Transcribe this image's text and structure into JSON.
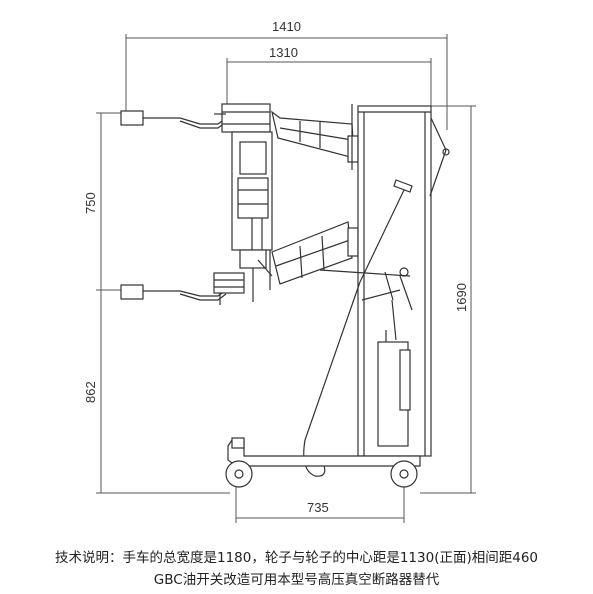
{
  "dimensions": {
    "total_width": "1410",
    "frame_width": "1310",
    "upper_height": "750",
    "lower_height": "862",
    "total_height": "1690",
    "wheel_base": "735"
  },
  "notes": {
    "line1": "技术说明：手车的总宽度是1180，轮子与轮子的中心距是1130(正面)相间距460",
    "line2": "GBC油开关改造可用本型号高压真空断路器替代"
  }
}
